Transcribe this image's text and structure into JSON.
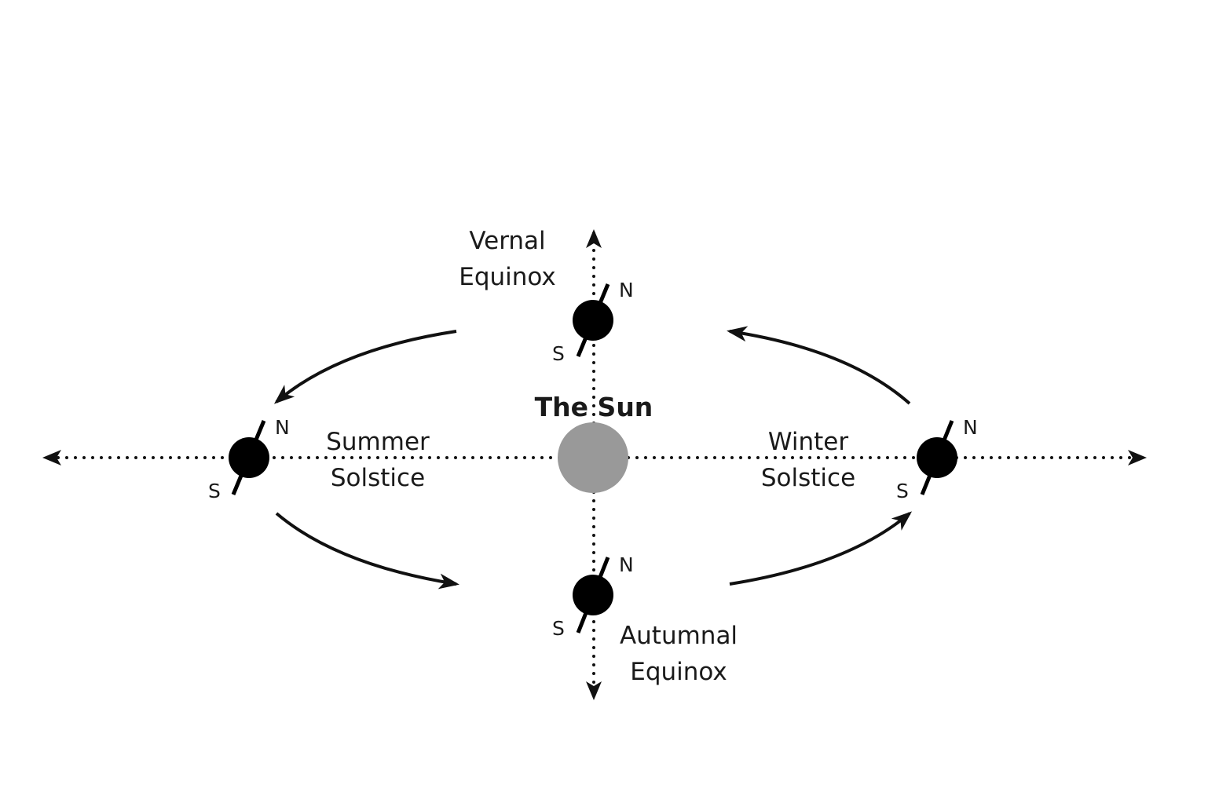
{
  "sun": {
    "label": "The Sun",
    "color": "#999999"
  },
  "earth_color": "#000000",
  "positions": {
    "vernal": {
      "label_line1": "Vernal",
      "label_line2": "Equinox",
      "north": "N",
      "south": "S"
    },
    "summer": {
      "label_line1": "Summer",
      "label_line2": "Solstice",
      "north": "N",
      "south": "S"
    },
    "autumnal": {
      "label_line1": "Autumnal",
      "label_line2": "Equinox",
      "north": "N",
      "south": "S"
    },
    "winter": {
      "label_line1": "Winter",
      "label_line2": "Solstice",
      "north": "N",
      "south": "S"
    }
  }
}
